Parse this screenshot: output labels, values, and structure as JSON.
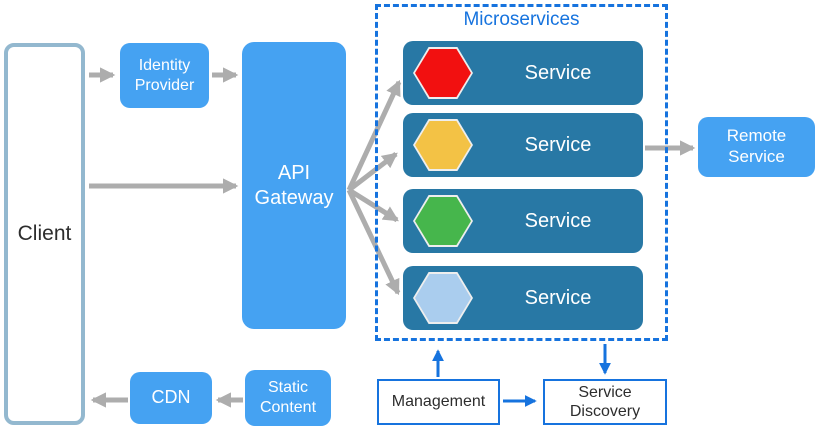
{
  "diagram": {
    "nodes": {
      "client": {
        "label": "Client"
      },
      "identity_provider": {
        "label": "Identity Provider"
      },
      "api_gateway": {
        "label": "API Gateway"
      },
      "remote_service": {
        "label": "Remote Service"
      },
      "cdn": {
        "label": "CDN"
      },
      "static_content": {
        "label": "Static Content"
      },
      "management": {
        "label": "Management"
      },
      "service_discovery": {
        "label": "Service Discovery"
      }
    },
    "microservices_group": {
      "title": "Microservices",
      "services": [
        {
          "label": "Service",
          "hex_icon": "red-hexagon",
          "hex_color": "#f21010"
        },
        {
          "label": "Service",
          "hex_icon": "yellow-hexagon",
          "hex_color": "#f3c245"
        },
        {
          "label": "Service",
          "hex_icon": "green-hexagon",
          "hex_color": "#46b64c"
        },
        {
          "label": "Service",
          "hex_icon": "light-blue-hexagon",
          "hex_color": "#aacdee"
        }
      ]
    },
    "colors": {
      "primary_blue": "#45a2f2",
      "service_teal": "#2878a5",
      "accent_blue": "#1673de",
      "arrow_gray": "#adadad",
      "client_border": "#93b8cf",
      "hexagon_border": "#eeeeee",
      "text_dark": "#2d2d2d"
    }
  }
}
